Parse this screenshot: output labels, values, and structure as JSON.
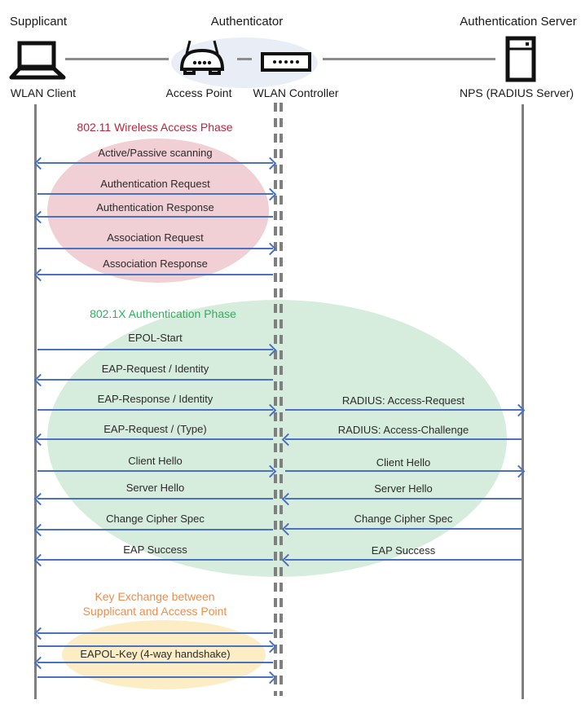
{
  "header": {
    "roles": {
      "supplicant": "Supplicant",
      "authenticator": "Authenticator",
      "auth_server": "Authentication Server"
    },
    "nodes": {
      "client": "WLAN Client",
      "access_point": "Access Point",
      "controller": "WLAN Controller",
      "nps": "NPS (RADIUS Server)"
    },
    "icons": [
      "laptop-icon",
      "access-point-icon",
      "wlan-controller-icon",
      "server-icon"
    ]
  },
  "phases": {
    "wireless": {
      "title": "802.11 Wireless Access Phase",
      "title_color": "#b3293f",
      "ellipse_color": "#f0d0d4"
    },
    "auth": {
      "title": "802.1X Authentication Phase",
      "title_color": "#2fb05e",
      "ellipse_color": "#d6ecdc"
    },
    "key_exchange": {
      "title_lines": [
        "Key Exchange between",
        "Supplicant and Access Point"
      ],
      "title_color": "#e88f51",
      "ellipse_color": "#fcedc5",
      "message": "EAPOL-Key (4-way handshake)",
      "arrow_directions": [
        "left",
        "right",
        "left",
        "right"
      ]
    }
  },
  "messages": {
    "left": [
      {
        "label": "Active/Passive scanning",
        "direction": "both"
      },
      {
        "label": "Authentication Request",
        "direction": "right"
      },
      {
        "label": "Authentication Response",
        "direction": "left"
      },
      {
        "label": "Association Request",
        "direction": "right"
      },
      {
        "label": "Association Response",
        "direction": "left"
      },
      {
        "label": "EPOL-Start",
        "direction": "right"
      },
      {
        "label": "EAP-Request / Identity",
        "direction": "left"
      },
      {
        "label": "EAP-Response / Identity",
        "direction": "right"
      },
      {
        "label": "EAP-Request / (Type)",
        "direction": "left"
      },
      {
        "label": "Client Hello",
        "direction": "right"
      },
      {
        "label": "Server Hello",
        "direction": "left"
      },
      {
        "label": "Change Cipher Spec",
        "direction": "left"
      },
      {
        "label": "EAP Success",
        "direction": "left"
      }
    ],
    "right": [
      {
        "label": "RADIUS: Access-Request",
        "direction": "right"
      },
      {
        "label": "RADIUS: Access-Challenge",
        "direction": "left"
      },
      {
        "label": "Client Hello",
        "direction": "right"
      },
      {
        "label": "Server Hello",
        "direction": "left"
      },
      {
        "label": "Change Cipher Spec",
        "direction": "left"
      },
      {
        "label": "EAP Success",
        "direction": "left"
      }
    ]
  },
  "colors": {
    "arrow": "#4a72c0",
    "lifeline": "#7f7f7f",
    "header_ellipse": "#e9edf6",
    "connector": "#8c8c8c",
    "text": "#2b2b2b"
  }
}
